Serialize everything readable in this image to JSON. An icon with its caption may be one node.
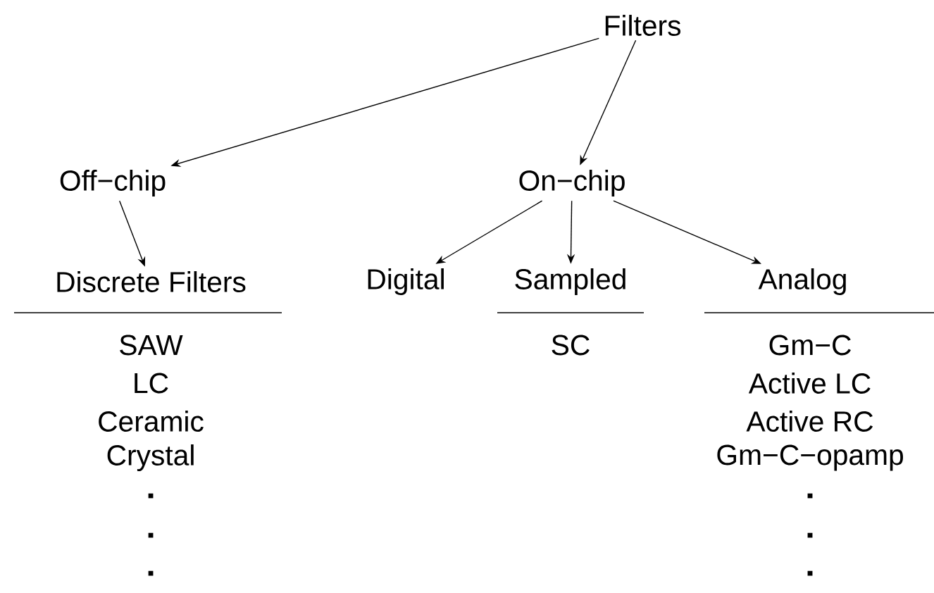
{
  "diagram": {
    "nodes": [
      {
        "text": [
          "Filters"
        ]
      },
      {
        "text": [
          "Off−chip"
        ]
      },
      {
        "text": [
          "On−chip"
        ]
      },
      {
        "text": [
          "Discrete Filters"
        ],
        "beside": [
          "SAW",
          "LC",
          "Ceramic",
          "Crystal"
        ]
      },
      {
        "text": [
          "Digital"
        ]
      },
      {
        "text": [
          "Sampled"
        ],
        "beside": [
          "SC"
        ]
      },
      {
        "text": [
          "Analog"
        ],
        "beside": [
          "Gm−C",
          "Active LC",
          "Active RC",
          "Gm−C−opamp"
        ]
      }
    ],
    "edges": [
      {
        "from": 0,
        "to": 1,
        "arrow": "to"
      },
      {
        "from": 0,
        "to": 2,
        "arrow": "to"
      },
      {
        "from": 1,
        "to": 3,
        "arrow": "to"
      },
      {
        "from": 2,
        "to": 4,
        "arrow": "to"
      },
      {
        "from": 2,
        "to": 5,
        "arrow": "to"
      },
      {
        "from": 2,
        "to": 6,
        "arrow": "to"
      }
    ]
  }
}
